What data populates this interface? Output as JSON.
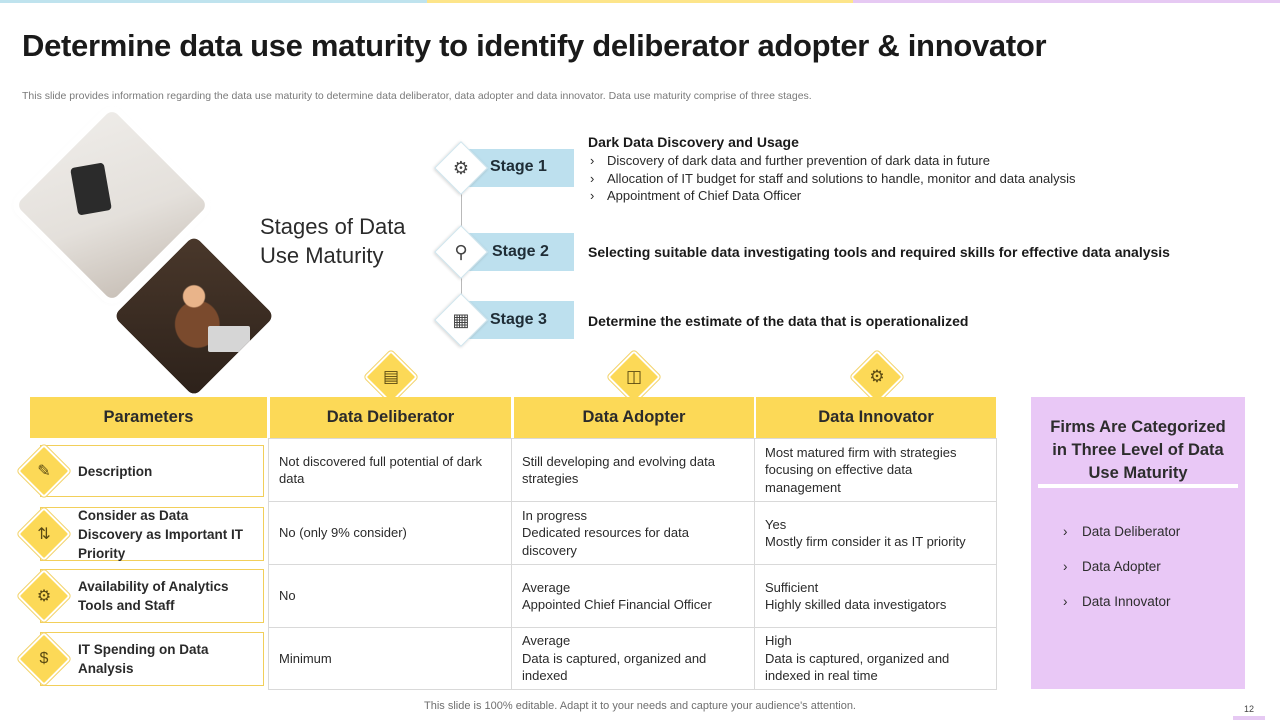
{
  "title": "Determine data use maturity to identify deliberator adopter & innovator",
  "subtitle": "This slide provides information regarding the data use maturity to determine  data deliberator, data adopter and data innovator. Data use maturity comprise of three stages.",
  "stages_heading": "Stages of Data Use Maturity",
  "stages": [
    {
      "label": "Stage 1",
      "icon": "brain-network-icon",
      "title": "Dark Data Discovery and Usage",
      "bullets": [
        "Discovery of dark data and further prevention of dark data in future",
        "Allocation of IT budget for staff and solutions to handle, monitor and data analysis",
        "Appointment of Chief Data Officer"
      ]
    },
    {
      "label": "Stage 2",
      "icon": "data-search-icon",
      "title": "Selecting suitable data investigating tools and required skills for effective data analysis"
    },
    {
      "label": "Stage 3",
      "icon": "dashboard-icon",
      "title": "Determine the estimate of the data that is operationalized"
    }
  ],
  "table": {
    "headers": [
      "Parameters",
      "Data Deliberator",
      "Data Adopter",
      "Data Innovator"
    ],
    "header_icons": [
      "report-icon",
      "devices-icon",
      "network-icon"
    ],
    "rows": [
      {
        "parameter": "Description",
        "icon": "clipboard-icon",
        "cells": [
          "Not discovered full potential of dark data",
          "Still developing and evolving data strategies",
          "Most matured firm with strategies focusing on effective data management"
        ]
      },
      {
        "parameter": "Consider as Data Discovery as Important IT Priority",
        "icon": "database-flow-icon",
        "cells": [
          "No (only 9% consider)",
          "In progress\nDedicated resources for data discovery",
          "Yes\nMostly firm consider it as IT priority"
        ]
      },
      {
        "parameter": "Availability of Analytics Tools and Staff",
        "icon": "analytics-gear-icon",
        "cells": [
          "No",
          "Average\nAppointed Chief Financial Officer",
          "Sufficient\nHighly skilled data investigators"
        ]
      },
      {
        "parameter": "IT Spending on Data Analysis",
        "icon": "money-hand-icon",
        "cells": [
          "Minimum",
          "Average\nData is captured, organized and indexed",
          "High\nData is captured, organized and indexed in real time"
        ]
      }
    ]
  },
  "panel": {
    "title": "Firms Are Categorized in Three Level of Data Use Maturity",
    "items": [
      "Data Deliberator",
      "Data Adopter",
      "Data Innovator"
    ]
  },
  "footer": "This slide is 100% editable. Adapt it to your needs and capture your audience's attention.",
  "page_number": "12",
  "colors": {
    "yellow": "#fcd957",
    "stage_blue": "#bde0ee",
    "panel_purple": "#e9c8f6"
  }
}
